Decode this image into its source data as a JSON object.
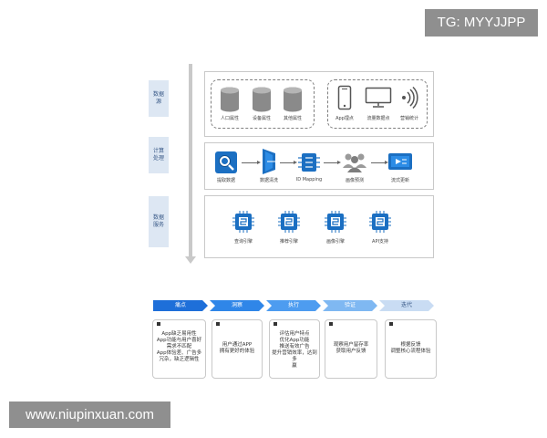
{
  "watermarks": {
    "top": "TG: MYYJJPP",
    "bottom": "www.niupinxuan.com"
  },
  "layers": [
    {
      "label": "数据源"
    },
    {
      "label": "计算处理"
    },
    {
      "label": "数据服务"
    }
  ],
  "data_source": {
    "databases": [
      {
        "label": "人口属性",
        "icon": "database-icon"
      },
      {
        "label": "设备属性",
        "icon": "database-icon"
      },
      {
        "label": "其他属性",
        "icon": "database-icon"
      }
    ],
    "channels": [
      {
        "label": "App埋点",
        "icon": "phone-icon"
      },
      {
        "label": "流量数据点",
        "icon": "monitor-icon"
      },
      {
        "label": "营销统计",
        "icon": "signal-icon"
      }
    ]
  },
  "processing": {
    "steps": [
      {
        "label": "提取数据",
        "icon": "magnifier-icon"
      },
      {
        "label": "数据清洗",
        "icon": "funnel-icon"
      },
      {
        "label": "ID Mapping",
        "icon": "id-mapping-icon"
      },
      {
        "label": "画像预测",
        "icon": "users-icon"
      },
      {
        "label": "流式更新",
        "icon": "stream-icon"
      }
    ]
  },
  "services": {
    "engines": [
      {
        "label": "查询引擎",
        "icon": "chip-icon"
      },
      {
        "label": "推荐引擎",
        "icon": "chip-icon"
      },
      {
        "label": "画像引擎",
        "icon": "chip-icon"
      },
      {
        "label": "API支持",
        "icon": "chip-icon"
      }
    ]
  },
  "process": {
    "colors": [
      "#1e6fd9",
      "#2f86e8",
      "#4d9cf0",
      "#7fb8f2",
      "#c9dcf3"
    ],
    "steps": [
      {
        "title": "痛点",
        "text": "App缺乏易用性\nApp功能与用户喜好\n需求不匹配\nApp体验差、广告多\n冗杂，缺乏逻辑性"
      },
      {
        "title": "洞察",
        "text": "用户通过APP\n拥有更好的体验"
      },
      {
        "title": "执行",
        "text": "评估用户特点\n优化App功能\n推送有效广告\n提升营销效率，达到多\n赢"
      },
      {
        "title": "验证",
        "text": "观察用户留存率\n获取用户反馈"
      },
      {
        "title": "迭代",
        "text": "根据反馈\n调整核心流程体验"
      }
    ]
  }
}
